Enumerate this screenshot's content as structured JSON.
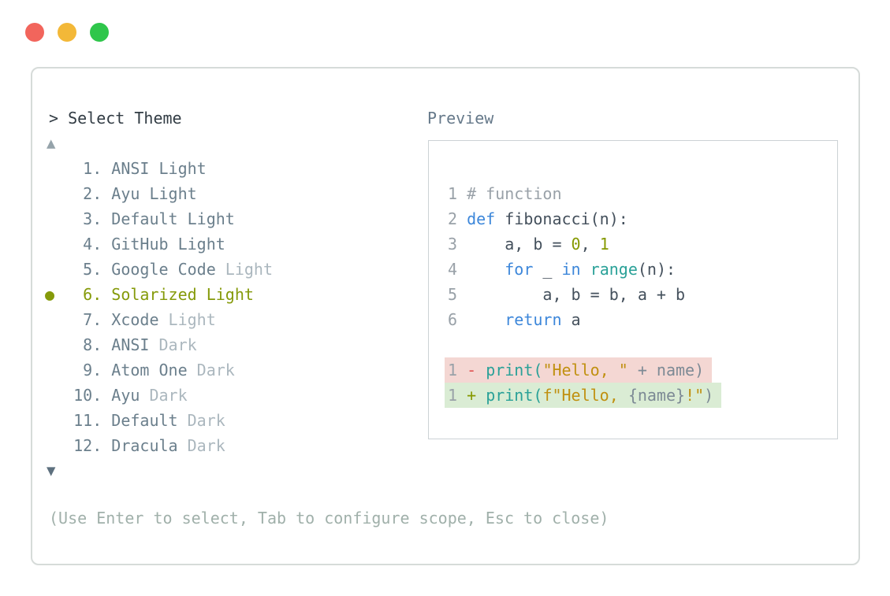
{
  "window": {
    "traffic_lights": [
      {
        "name": "close",
        "color": "#f2655c"
      },
      {
        "name": "minimize",
        "color": "#f3b838"
      },
      {
        "name": "zoom",
        "color": "#2fc64b"
      }
    ]
  },
  "dialog": {
    "title_prompt": ">",
    "title": "> Select Theme",
    "preview_label": "Preview",
    "scroll_up_icon": "▲",
    "scroll_down_icon": "▼",
    "selected_marker": "●",
    "help_text": "(Use Enter to select, Tab to configure scope, Esc to close)",
    "selected_theme": "Solarized Light",
    "selected_color": "#859a0a",
    "themes": [
      {
        "num": "1",
        "name": "ANSI",
        "variant": "Light",
        "variant_dimmed": false,
        "selected": false
      },
      {
        "num": "2",
        "name": "Ayu",
        "variant": "Light",
        "variant_dimmed": false,
        "selected": false
      },
      {
        "num": "3",
        "name": "Default",
        "variant": "Light",
        "variant_dimmed": false,
        "selected": false
      },
      {
        "num": "4",
        "name": "GitHub",
        "variant": "Light",
        "variant_dimmed": false,
        "selected": false
      },
      {
        "num": "5",
        "name": "Google Code",
        "variant": "Light",
        "variant_dimmed": true,
        "selected": false
      },
      {
        "num": "6",
        "name": "Solarized",
        "variant": "Light",
        "variant_dimmed": false,
        "selected": true
      },
      {
        "num": "7",
        "name": "Xcode",
        "variant": "Light",
        "variant_dimmed": true,
        "selected": false
      },
      {
        "num": "8",
        "name": "ANSI",
        "variant": "Dark",
        "variant_dimmed": true,
        "selected": false
      },
      {
        "num": "9",
        "name": "Atom One",
        "variant": "Dark",
        "variant_dimmed": true,
        "selected": false
      },
      {
        "num": "10",
        "name": "Ayu",
        "variant": "Dark",
        "variant_dimmed": true,
        "selected": false
      },
      {
        "num": "11",
        "name": "Default",
        "variant": "Dark",
        "variant_dimmed": true,
        "selected": false
      },
      {
        "num": "12",
        "name": "Dracula",
        "variant": "Dark",
        "variant_dimmed": true,
        "selected": false
      }
    ]
  },
  "preview": {
    "code_lines": [
      [
        [
          "lnum",
          "1 "
        ],
        [
          "comment",
          "# function"
        ]
      ],
      [
        [
          "lnum",
          "2 "
        ],
        [
          "kw",
          "def"
        ],
        [
          "plain",
          " fibonacci(n):"
        ]
      ],
      [
        [
          "lnum",
          "3 "
        ],
        [
          "plain",
          "    a, b = "
        ],
        [
          "numlit",
          "0"
        ],
        [
          "plain",
          ", "
        ],
        [
          "numlit",
          "1"
        ]
      ],
      [
        [
          "lnum",
          "4 "
        ],
        [
          "plain",
          "    "
        ],
        [
          "kw",
          "for"
        ],
        [
          "plain",
          " _ "
        ],
        [
          "kw",
          "in"
        ],
        [
          "plain",
          " "
        ],
        [
          "fn",
          "range"
        ],
        [
          "plain",
          "(n):"
        ]
      ],
      [
        [
          "lnum",
          "5 "
        ],
        [
          "plain",
          "        a, b = b, a + b"
        ]
      ],
      [
        [
          "lnum",
          "6 "
        ],
        [
          "plain",
          "    "
        ],
        [
          "kw",
          "return"
        ],
        [
          "plain",
          " a"
        ]
      ]
    ],
    "diff_lines": [
      {
        "kind": "removed",
        "tokens": [
          [
            "lnum",
            "1 "
          ],
          [
            "minus",
            "- "
          ],
          [
            "fn",
            "print("
          ],
          [
            "str",
            "\"Hello, \""
          ],
          [
            "slate",
            " + name)"
          ]
        ]
      },
      {
        "kind": "added",
        "tokens": [
          [
            "lnum",
            "1 "
          ],
          [
            "plus",
            "+ "
          ],
          [
            "fn",
            "print("
          ],
          [
            "str",
            "f\"Hello, "
          ],
          [
            "slate",
            "{name}"
          ],
          [
            "str",
            "!\""
          ],
          [
            "slate",
            ")"
          ]
        ]
      }
    ]
  },
  "colors": {
    "panel_border": "#d6dbd9",
    "preview_border": "#ccd2d5",
    "title_text": "#323c44",
    "list_text": "#6b7f8c",
    "dimmed_text": "#abb7be",
    "selected_olive": "#859a0a",
    "help_text": "#a0b0aa",
    "syntax_keyword": "#3d87da",
    "syntax_function": "#2aa198",
    "syntax_string": "#c09010",
    "syntax_number": "#859900",
    "syntax_comment": "#99a1a8",
    "diff_removed_bg": "#f4d7d3",
    "diff_added_bg": "#daecd4",
    "diff_minus": "#e05252",
    "diff_plus": "#859900"
  }
}
